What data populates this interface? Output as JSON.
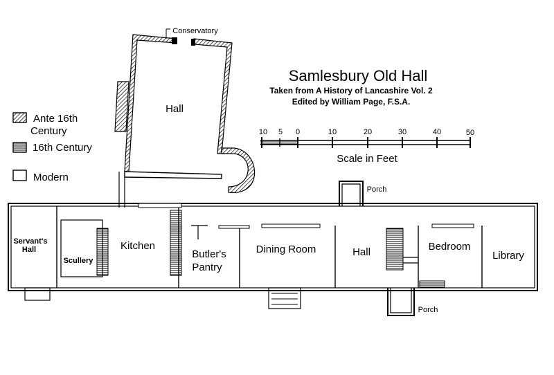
{
  "title": "Samlesbury Old Hall",
  "subtitle_lines": [
    "Taken from A History of Lancashire Vol. 2",
    "Edited by William Page, F.S.A."
  ],
  "legend": {
    "ante16": "Ante 16th",
    "ante16_2": "Century",
    "c16": "16th Century",
    "modern": "Modern"
  },
  "scale": {
    "label": "Scale in Feet",
    "ticks": [
      "10",
      "5",
      "0",
      "10",
      "20",
      "30",
      "40",
      "50"
    ]
  },
  "rooms": {
    "conservatory": "Conservatory",
    "hall_upper": "Hall",
    "servants_hall_1": "Servant's",
    "servants_hall_2": "Hall",
    "scullery": "Scullery",
    "kitchen": "Kitchen",
    "butlers_pantry_1": "Butler's",
    "butlers_pantry_2": "Pantry",
    "dining_room": "Dining Room",
    "hall_lower": "Hall",
    "bedroom": "Bedroom",
    "library": "Library",
    "porch_top": "Porch",
    "porch_bottom": "Porch"
  }
}
